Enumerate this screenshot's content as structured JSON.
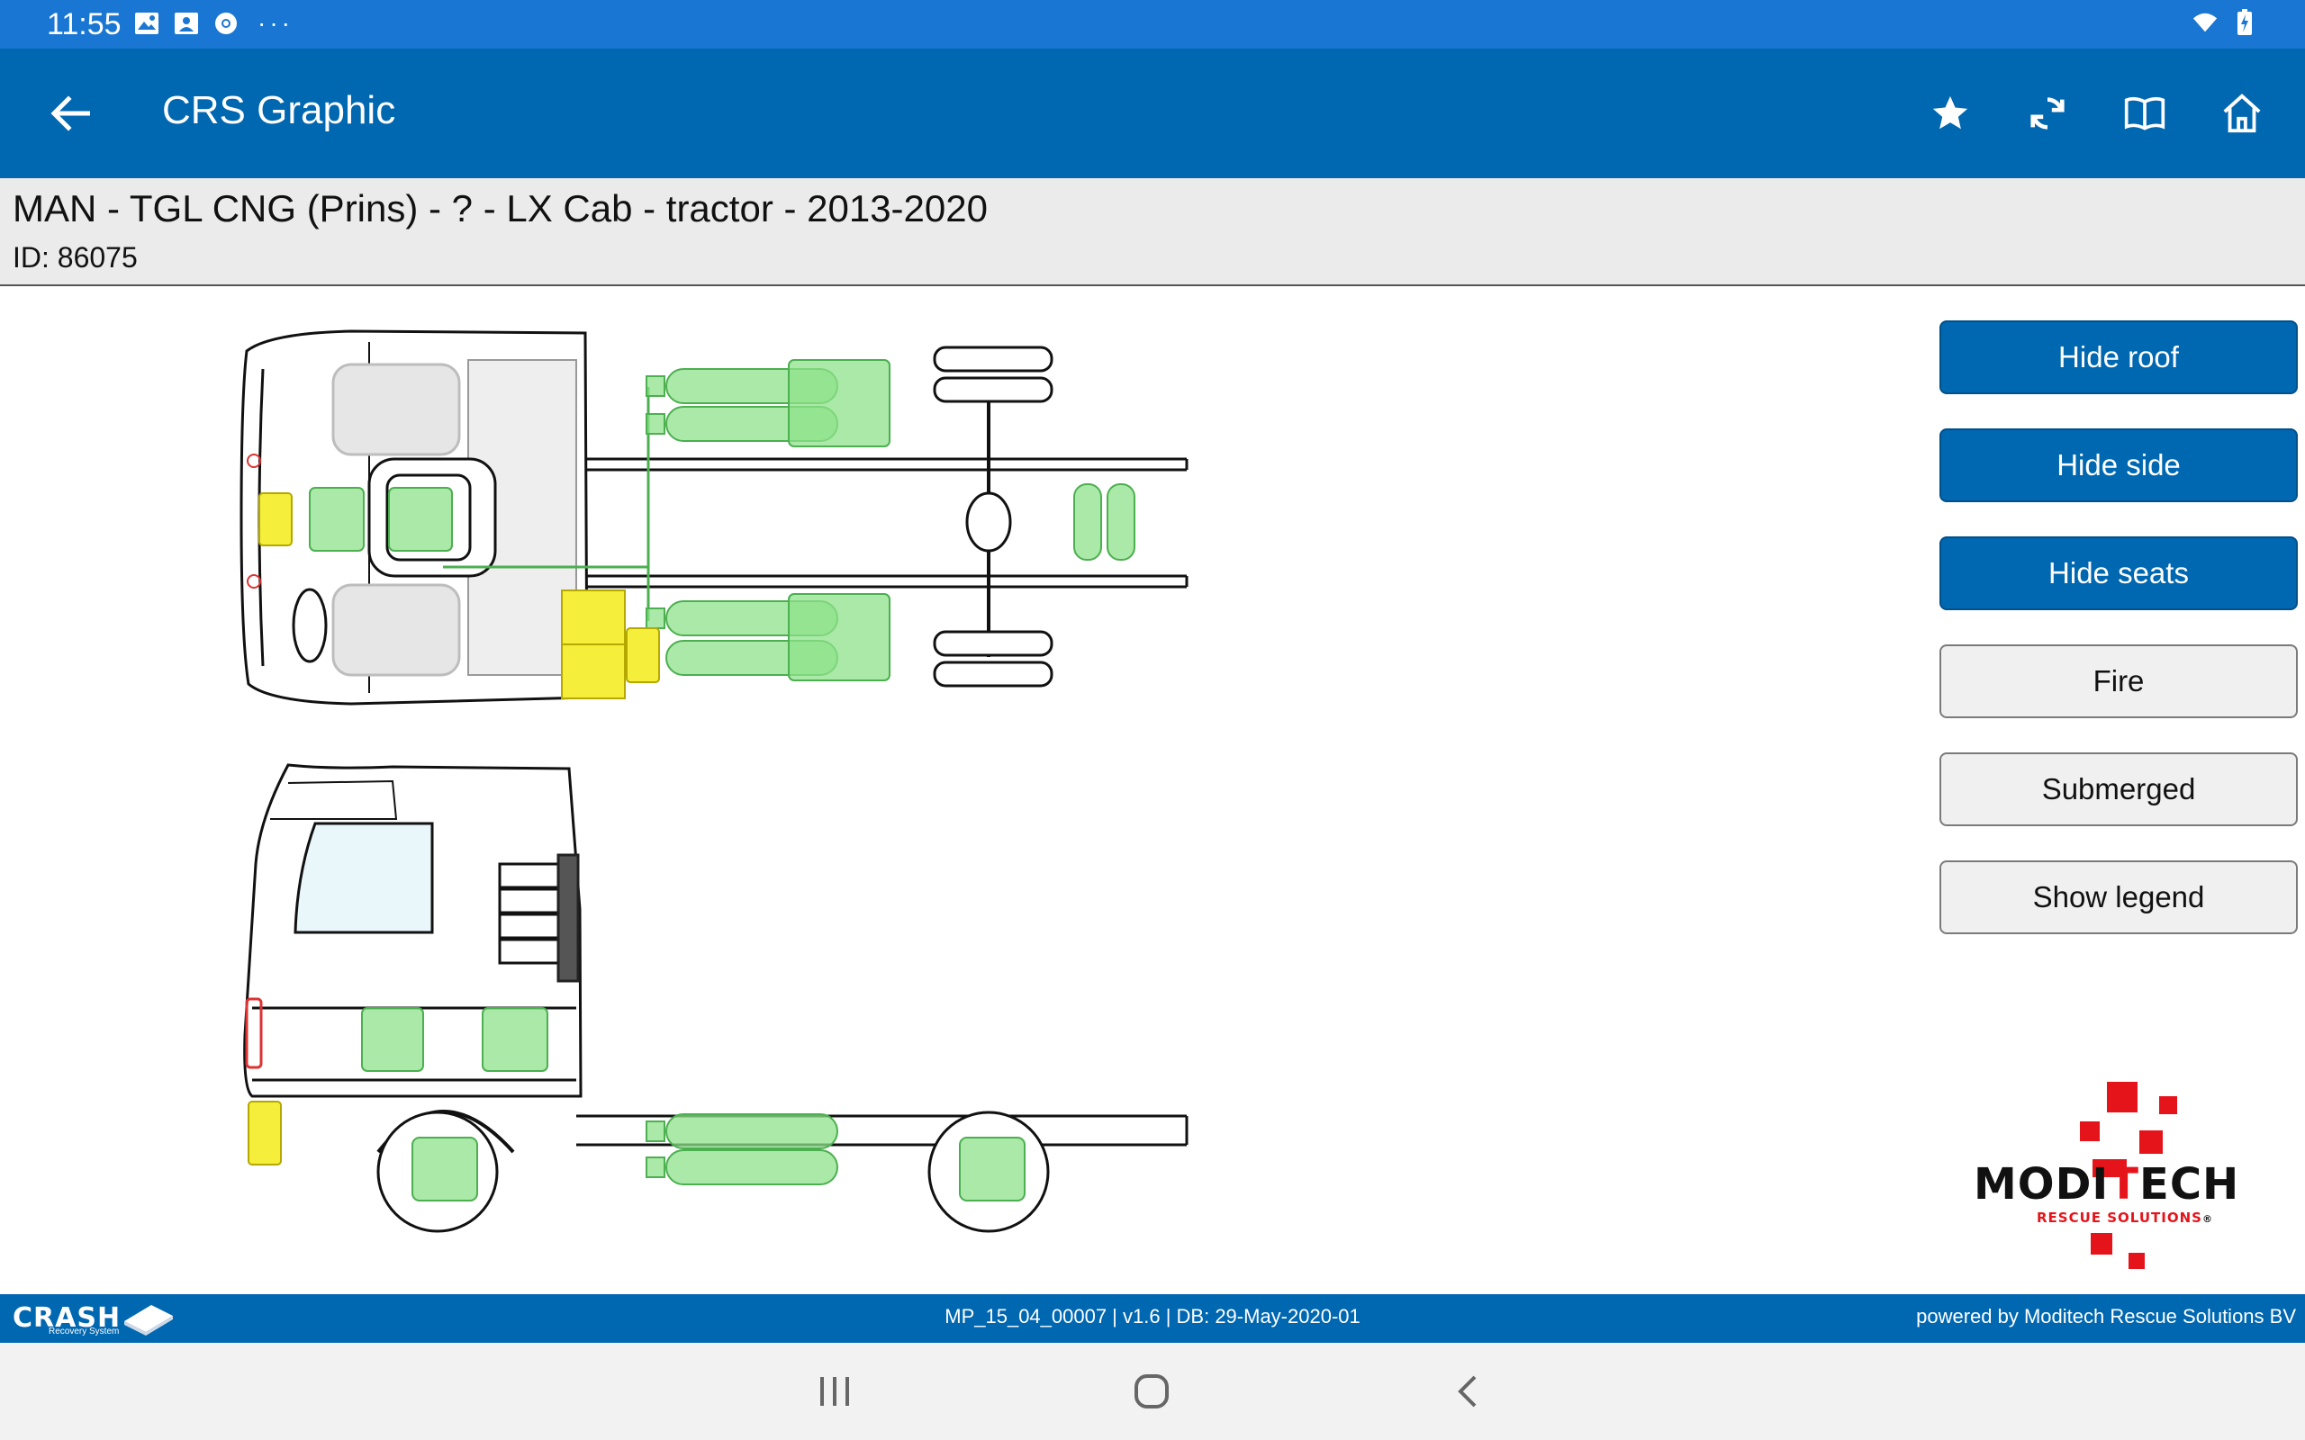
{
  "status_bar": {
    "time": "11:55",
    "left_icons": [
      "image-icon",
      "contacts-icon",
      "chrome-icon"
    ],
    "more": "···",
    "right_icons": [
      "wifi-icon",
      "battery-charging-icon"
    ]
  },
  "app_bar": {
    "title": "CRS Graphic",
    "actions": [
      "star-icon",
      "refresh-icon",
      "book-icon",
      "home-icon"
    ]
  },
  "vehicle": {
    "name": "MAN - TGL CNG (Prins) - ? - LX Cab - tractor - 2013-2020",
    "id_label": "ID: 86075"
  },
  "buttons": {
    "hide_roof": "Hide roof",
    "hide_side": "Hide side",
    "hide_seats": "Hide seats",
    "fire": "Fire",
    "submerged": "Submerged",
    "show_legend": "Show legend"
  },
  "logo": {
    "word_left": "MODI",
    "word_mid": "T",
    "word_right": "ECH",
    "tagline": "RESCUE SOLUTIONS",
    "mark": "®"
  },
  "footer": {
    "crash_logo": "CRASH",
    "crash_sub": "Recovery System",
    "build": "MP_15_04_00007 | v1.6 | DB: 29-May-2020-01",
    "powered": "powered by Moditech Rescue Solutions BV"
  },
  "colors": {
    "status_bar": "#1976d2",
    "app_bar": "#0067b1",
    "primary_button": "#0067b1",
    "cng_green": "#8ee28a",
    "battery_yellow": "#f5ee3a",
    "logo_red": "#e5141a"
  },
  "nav_bar": [
    "recent-apps-icon",
    "home-circle-icon",
    "back-chevron-icon"
  ]
}
